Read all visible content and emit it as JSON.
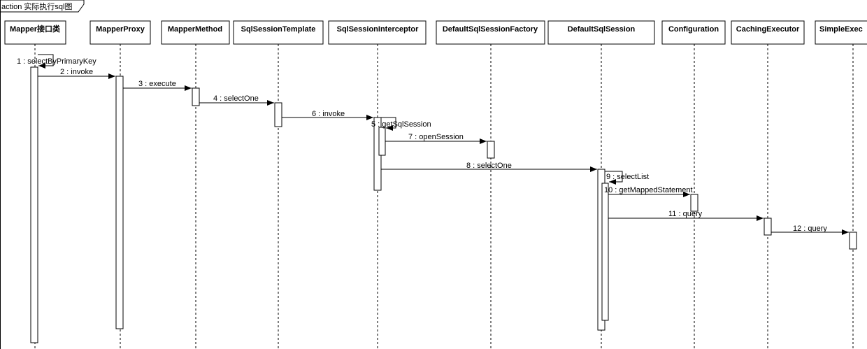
{
  "frame": {
    "label": "action 实际执行sql图"
  },
  "participants": [
    {
      "id": "p0",
      "name": "Mapper接口类"
    },
    {
      "id": "p1",
      "name": "MapperProxy"
    },
    {
      "id": "p2",
      "name": "MapperMethod"
    },
    {
      "id": "p3",
      "name": "SqlSessionTemplate"
    },
    {
      "id": "p4",
      "name": "SqlSessionInterceptor"
    },
    {
      "id": "p5",
      "name": "DefaultSqlSessionFactory"
    },
    {
      "id": "p6",
      "name": "DefaultSqlSession"
    },
    {
      "id": "p7",
      "name": "Configuration"
    },
    {
      "id": "p8",
      "name": "CachingExecutor"
    },
    {
      "id": "p9",
      "name": "SimpleExec"
    }
  ],
  "messages": [
    {
      "label": "1 : selectByPrimaryKey",
      "from": "p0",
      "to": "p0"
    },
    {
      "label": "2 : invoke",
      "from": "p0",
      "to": "p1"
    },
    {
      "label": "3 : execute",
      "from": "p1",
      "to": "p2"
    },
    {
      "label": "4 : selectOne",
      "from": "p2",
      "to": "p3"
    },
    {
      "label": "5 : getSqlSession",
      "from": "p4",
      "to": "p4"
    },
    {
      "label": "6 : invoke",
      "from": "p3",
      "to": "p4"
    },
    {
      "label": "7 : openSession",
      "from": "p4",
      "to": "p5"
    },
    {
      "label": "8 : selectOne",
      "from": "p4",
      "to": "p6"
    },
    {
      "label": "9 : selectList",
      "from": "p6",
      "to": "p6"
    },
    {
      "label": "10 : getMappedStatement",
      "from": "p6",
      "to": "p7"
    },
    {
      "label": "11 : query",
      "from": "p6",
      "to": "p8"
    },
    {
      "label": "12 : query",
      "from": "p8",
      "to": "p9"
    }
  ]
}
